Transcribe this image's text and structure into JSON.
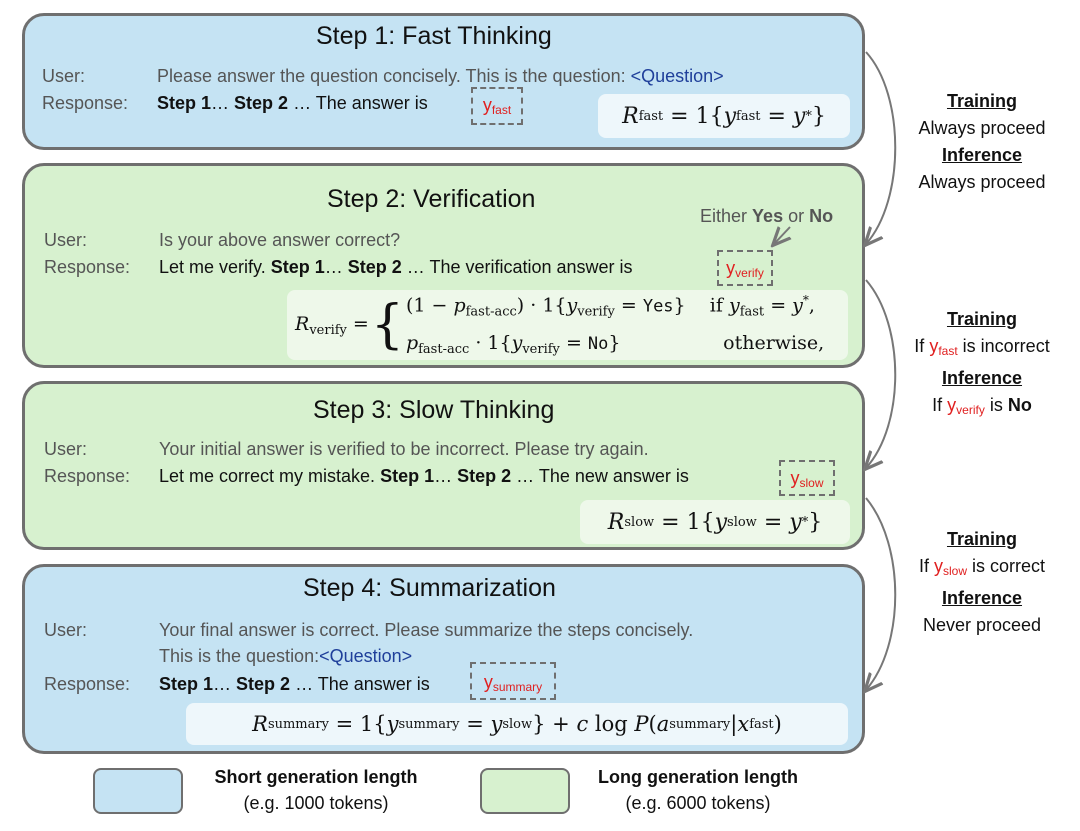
{
  "step1": {
    "title": "Step 1: Fast Thinking",
    "user_label": "User:",
    "user_text": "Please answer the question concisely. This is the question:",
    "question_tag": "<Question>",
    "response_label": "Response:",
    "r_step1": "Step 1",
    "r_mid": "…",
    "r_step2": "Step 2",
    "r_tail": " … The answer is",
    "answer_var": "y",
    "answer_sub": "fast"
  },
  "step2": {
    "title": "Step 2: Verification",
    "hint_prefix": "Either",
    "hint_yes": "Yes",
    "hint_or": "or",
    "hint_no": "No",
    "user_label": "User:",
    "user_text": "Is your above answer correct?",
    "response_label": "Response:",
    "r_lead": "Let me verify.",
    "r_step1": "Step 1",
    "r_mid": "…",
    "r_step2": "Step 2",
    "r_tail": " … The verification answer is",
    "answer_var": "y",
    "answer_sub": "verify"
  },
  "step3": {
    "title": "Step 3: Slow Thinking",
    "user_label": "User:",
    "user_text": "Your initial answer is verified to be incorrect. Please try again.",
    "response_label": "Response:",
    "r_lead": "Let me correct my mistake.",
    "r_step1": "Step 1",
    "r_mid": "…",
    "r_step2": "Step 2",
    "r_tail": " … The new answer is",
    "answer_var": "y",
    "answer_sub": "slow"
  },
  "step4": {
    "title": "Step 4: Summarization",
    "user_label": "User:",
    "user_text": "Your final answer is correct. Please summarize the steps concisely.",
    "user_text2": "This is the question:",
    "question_tag": "<Question>",
    "response_label": "Response:",
    "r_step1": "Step 1",
    "r_mid": "…",
    "r_step2": "Step 2",
    "r_tail": " … The answer is",
    "answer_var": "y",
    "answer_sub": "summary"
  },
  "side": {
    "s1": {
      "training_h": "Training",
      "training_t": "Always proceed",
      "inference_h": "Inference",
      "inference_t": "Always proceed"
    },
    "s2": {
      "training_h": "Training",
      "training_pre": "If",
      "training_var": "y",
      "training_sub": "fast",
      "training_post": "is incorrect",
      "inference_h": "Inference",
      "inference_pre": "If",
      "inference_var": "y",
      "inference_sub": "verify",
      "inference_post": "is",
      "inference_no": "No"
    },
    "s3": {
      "training_h": "Training",
      "training_pre": "If",
      "training_var": "y",
      "training_sub": "slow",
      "training_post": "is correct",
      "inference_h": "Inference",
      "inference_t": "Never proceed"
    }
  },
  "legend": {
    "short_title": "Short generation length",
    "short_sub": "(e.g. 1000 tokens)",
    "long_title": "Long generation length",
    "long_sub": "(e.g. 6000 tokens)"
  },
  "colors": {
    "blue_box": "#c5e3f3",
    "green_box": "#d7f1cf",
    "answer_red": "#e02020",
    "question_blue": "#1f3f9a"
  }
}
